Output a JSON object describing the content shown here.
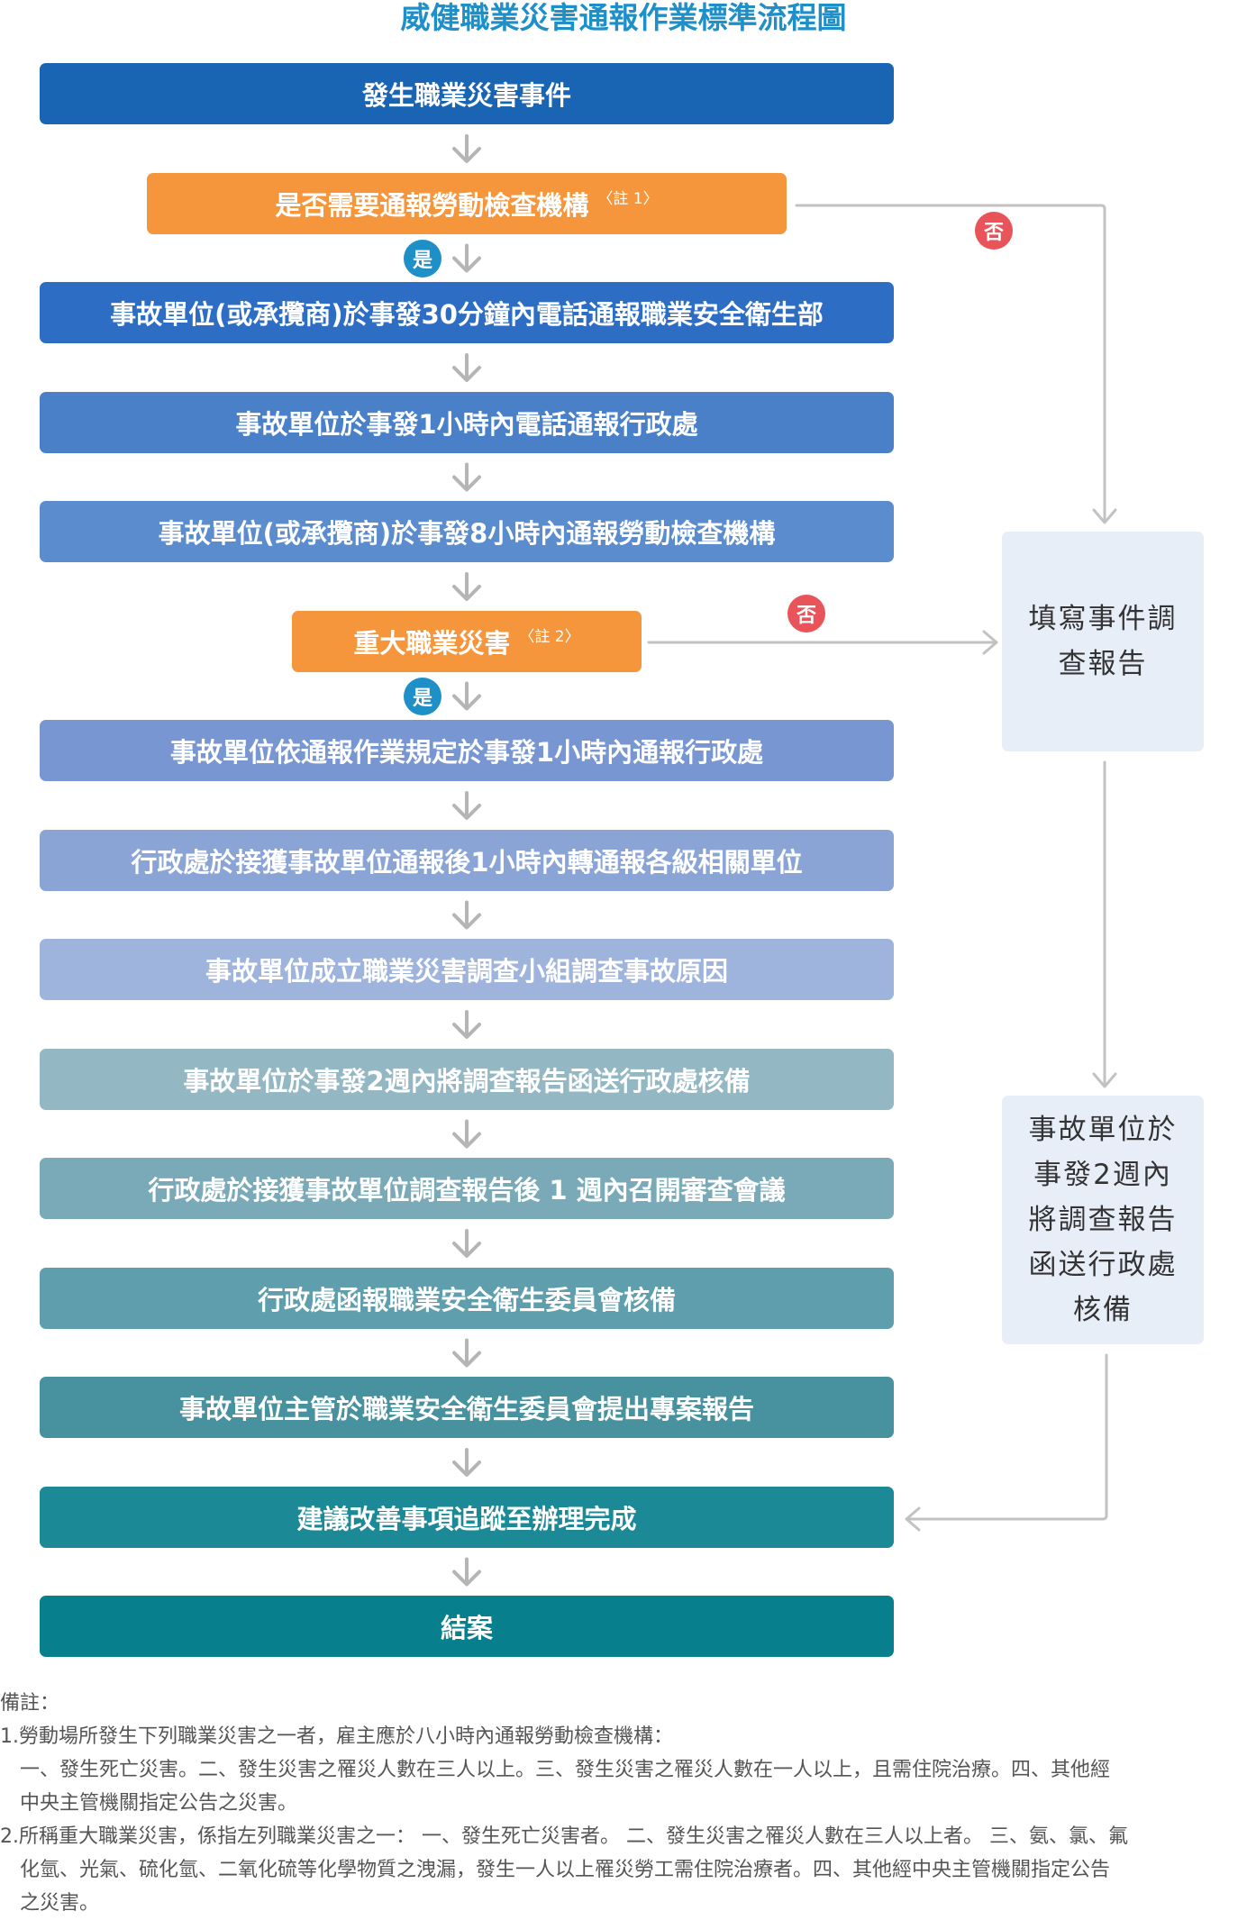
{
  "title": "威健職業災害通報作業標準流程圖",
  "steps": [
    {
      "label": "發生職業災害事件",
      "note": "",
      "color": "#1a64b4"
    },
    {
      "label": "是否需要通報勞動檢查機構",
      "note": "〈註 1〉",
      "color": "#f5963c"
    },
    {
      "label": "事故單位(或承攬商)於事發30分鐘內電話通報職業安全衛生部",
      "note": "",
      "color": "#2d6ec4"
    },
    {
      "label": "事故單位於事發1小時內電話通報行政處",
      "note": "",
      "color": "#4a80c8"
    },
    {
      "label": "事故單位(或承攬商)於事發8小時內通報勞動檢查機構",
      "note": "",
      "color": "#5b8ccd"
    },
    {
      "label": "重大職業災害",
      "note": "〈註 2〉",
      "color": "#f5963c"
    },
    {
      "label": "事故單位依通報作業規定於事發1小時內通報行政處",
      "note": "",
      "color": "#7896d2"
    },
    {
      "label": "行政處於接獲事故單位通報後1小時內轉通報各級相關單位",
      "note": "",
      "color": "#8aa4d6"
    },
    {
      "label": "事故單位成立職業災害調查小組調查事故原因",
      "note": "",
      "color": "#9fb4dd"
    },
    {
      "label": "事故單位於事發2週內將調查報告函送行政處核備",
      "note": "",
      "color": "#93b8c4"
    },
    {
      "label": "行政處於接獲事故單位調查報告後 1 週內召開審查會議",
      "note": "",
      "color": "#7aaab8"
    },
    {
      "label": "行政處函報職業安全衛生委員會核備",
      "note": "",
      "color": "#5f9eac"
    },
    {
      "label": "事故單位主管於職業安全衛生委員會提出專案報告",
      "note": "",
      "color": "#4892a0"
    },
    {
      "label": "建議改善事項追蹤至辦理完成",
      "note": "",
      "color": "#1c8a96"
    },
    {
      "label": "結案",
      "note": "",
      "color": "#087f8c"
    }
  ],
  "side_boxes": [
    {
      "lines": [
        "填寫事件調",
        "查報告"
      ]
    },
    {
      "lines": [
        "事故單位於",
        "事發2週內",
        "將調查報告",
        "函送行政處",
        "核備"
      ]
    }
  ],
  "badges": {
    "yes": "是",
    "no": "否"
  },
  "notes": {
    "heading": "備註：",
    "note1_title": "1.勞動場所發生下列職業災害之一者，雇主應於八小時內通報勞動檢查機構：",
    "note1_body_a": "一、發生死亡災害。二、發生災害之罹災人數在三人以上。三、發生災害之罹災人數在一人以上，且需住院治療。四、其他經",
    "note1_body_b": "中央主管機關指定公告之災害。",
    "note2_a": "2.所稱重大職業災害，係指左列職業災害之一： 一、發生死亡災害者。 二、發生災害之罹災人數在三人以上者。 三、氨、氯、氟",
    "note2_b": "化氫、光氣、硫化氫、二氧化硫等化學物質之洩漏，發生一人以上罹災勞工需住院治療者。四、其他經中央主管機關指定公告",
    "note2_c": "之災害。"
  },
  "colors": {
    "connector": "#b5b5b5",
    "title": "#1f8fc8",
    "side_bg": "#e8eef8"
  }
}
